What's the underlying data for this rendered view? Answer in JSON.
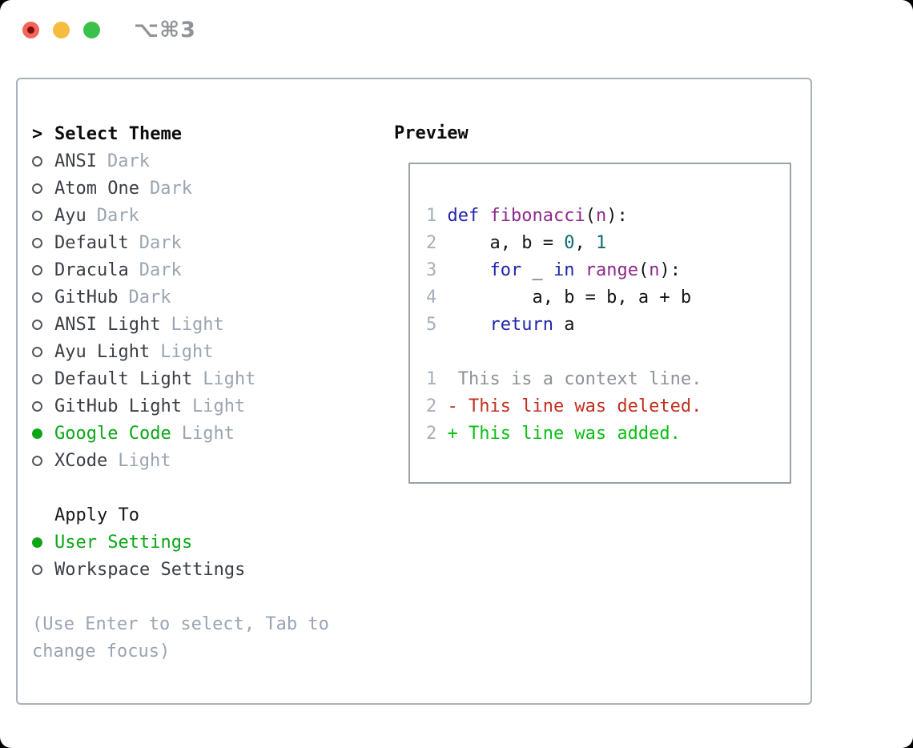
{
  "colors": {
    "accent": "#0ca617",
    "muted": "#9aa4b2",
    "kw": "#2026ab",
    "fn": "#8c2a8c",
    "lit": "#0e6a6a",
    "deleted": "#c2301f",
    "added": "#0bbf14"
  },
  "window": {
    "title_shortcut": "⌥⌘3"
  },
  "panel": {
    "select_theme": {
      "prompt": ">",
      "header": "Select Theme",
      "items": [
        {
          "name": "ANSI",
          "tag": "Dark",
          "selected": false
        },
        {
          "name": "Atom One",
          "tag": "Dark",
          "selected": false
        },
        {
          "name": "Ayu",
          "tag": "Dark",
          "selected": false
        },
        {
          "name": "Default",
          "tag": "Dark",
          "selected": false
        },
        {
          "name": "Dracula",
          "tag": "Dark",
          "selected": false
        },
        {
          "name": "GitHub",
          "tag": "Dark",
          "selected": false
        },
        {
          "name": "ANSI Light",
          "tag": "Light",
          "selected": false
        },
        {
          "name": "Ayu Light",
          "tag": "Light",
          "selected": false
        },
        {
          "name": "Default Light",
          "tag": "Light",
          "selected": false
        },
        {
          "name": "GitHub Light",
          "tag": "Light",
          "selected": false
        },
        {
          "name": "Google Code",
          "tag": "Light",
          "selected": true
        },
        {
          "name": "XCode",
          "tag": "Light",
          "selected": false
        }
      ]
    },
    "apply_to": {
      "header": "Apply To",
      "options": [
        {
          "label": "User Settings",
          "selected": true
        },
        {
          "label": "Workspace Settings",
          "selected": false
        }
      ]
    },
    "hint_lines": [
      "(Use Enter to select, Tab to",
      "change focus)"
    ]
  },
  "preview": {
    "header": "Preview",
    "code_lines": [
      {
        "num": "1",
        "segs": [
          [
            "pl",
            " "
          ],
          [
            "kw",
            "def"
          ],
          [
            "pl",
            " "
          ],
          [
            "fn",
            "fibonacci"
          ],
          [
            "pl",
            "("
          ],
          [
            "fn",
            "n"
          ],
          [
            "pl",
            "):"
          ]
        ]
      },
      {
        "num": "2",
        "segs": [
          [
            "pl",
            "     a, b = "
          ],
          [
            "lit",
            "0"
          ],
          [
            "pl",
            ", "
          ],
          [
            "lit",
            "1"
          ]
        ]
      },
      {
        "num": "3",
        "segs": [
          [
            "pl",
            "     "
          ],
          [
            "kw",
            "for"
          ],
          [
            "pl",
            " _ "
          ],
          [
            "kw",
            "in"
          ],
          [
            "pl",
            " "
          ],
          [
            "fn",
            "range"
          ],
          [
            "pl",
            "("
          ],
          [
            "fn",
            "n"
          ],
          [
            "pl",
            "):"
          ]
        ]
      },
      {
        "num": "4",
        "segs": [
          [
            "pl",
            "         a, b = b, a + b"
          ]
        ]
      },
      {
        "num": "5",
        "segs": [
          [
            "pl",
            "     "
          ],
          [
            "kw",
            "return"
          ],
          [
            "pl",
            " a"
          ]
        ]
      },
      {
        "num": "",
        "segs": []
      },
      {
        "num": "1",
        "segs": [
          [
            "ctx",
            "  This is a context line."
          ]
        ]
      },
      {
        "num": "2",
        "segs": [
          [
            "del",
            " - This line was deleted."
          ]
        ]
      },
      {
        "num": "2",
        "segs": [
          [
            "add",
            " + This line was added."
          ]
        ]
      }
    ]
  }
}
